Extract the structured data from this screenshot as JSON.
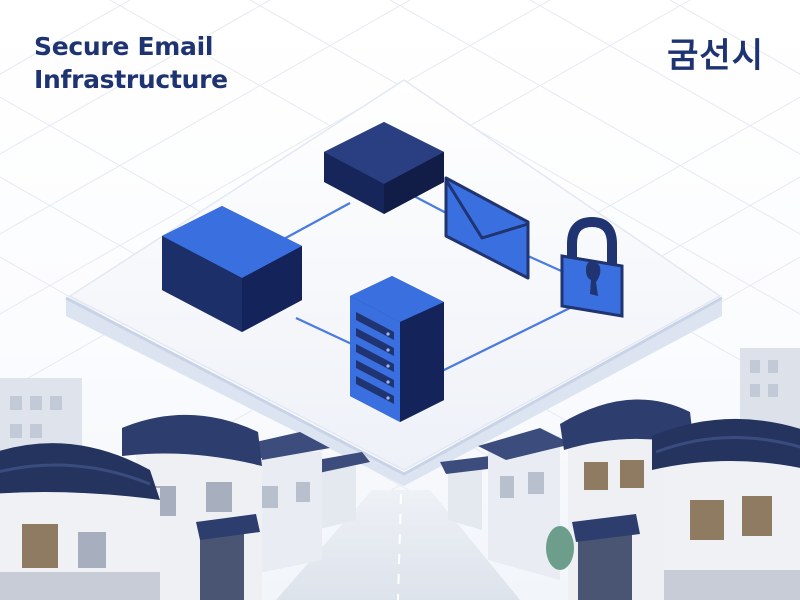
{
  "header": {
    "title_line1": "Secure Email",
    "title_line2": "Infrastructure",
    "brand": "굼선시"
  },
  "illustration": {
    "icons": [
      "server-box-icon",
      "envelope-icon",
      "padlock-icon",
      "server-rack-icon",
      "hanok-roof-icon"
    ],
    "colors": {
      "navy": "#1f3470",
      "blue": "#3a6fe0",
      "connector": "#4a7be0",
      "platform": "#f4f6fb",
      "roof": "#2c3d6e",
      "wall": "#e7eaf0"
    }
  }
}
